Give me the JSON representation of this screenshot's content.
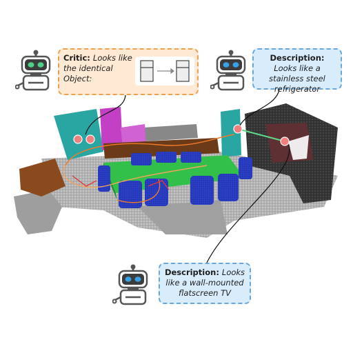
{
  "critic": {
    "label": "Critic:",
    "text": "Looks like the identical Object:"
  },
  "description_fridge": {
    "label": "Description:",
    "text": "Looks like a stainless steel refrigerator"
  },
  "description_tv": {
    "label": "Description:",
    "text": "Looks like a wall-mounted flatscreen TV"
  },
  "colors": {
    "critic_fill": "#fde9d4",
    "critic_border": "#f0a04b",
    "description_fill": "#d8ecfb",
    "description_border": "#6aa6d8",
    "critic_eye": "#4fd08a",
    "description_eye": "#3aa0e8",
    "table_green": "#33c04a",
    "chair_blue": "#2b3fc8",
    "cabinet_teal": "#2aa6a2",
    "shelf_magenta": "#c33fc4",
    "wood_brown": "#8a4a1e",
    "tv_dark": "#3a3a3a",
    "path_orange": "#f07a2c",
    "path_red": "#e03a3a",
    "highlight_green": "#5fd98a"
  },
  "icons": [
    "robot-critic-icon",
    "robot-description-icon",
    "fridge-icon",
    "arrow-right-icon"
  ]
}
